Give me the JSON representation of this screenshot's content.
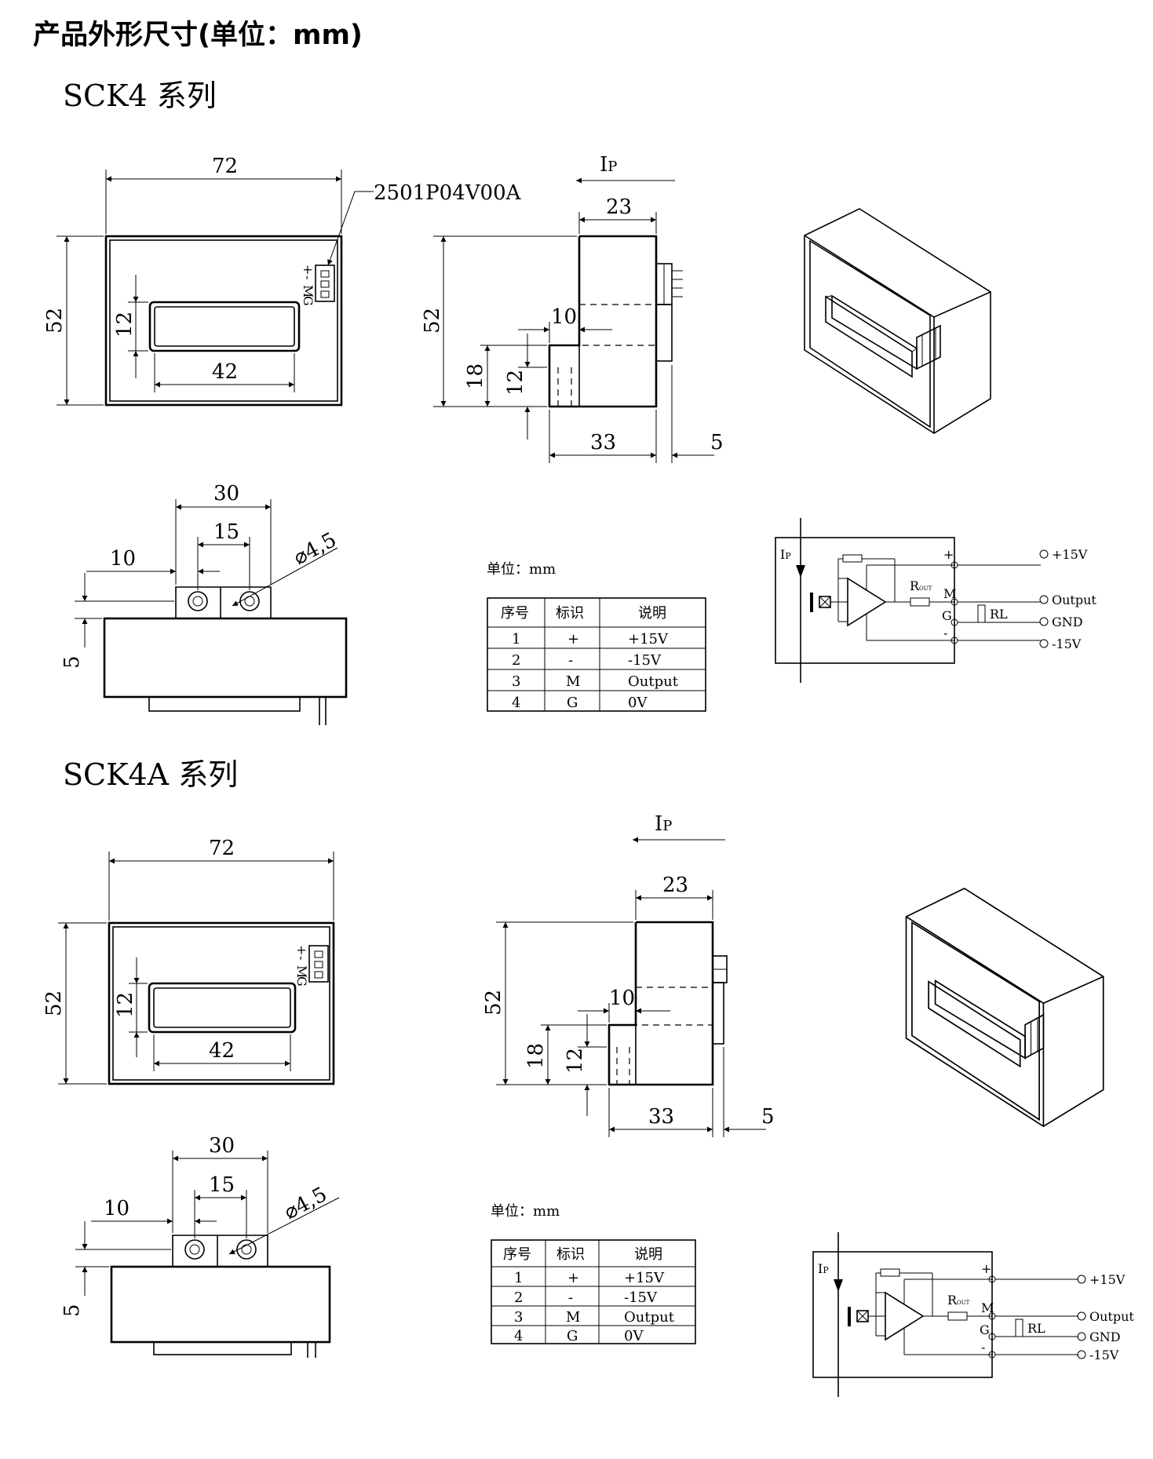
{
  "page_title": "产品外形尺寸(单位：mm)",
  "part_number": "2501P04V00A",
  "dimensions": {
    "width": "72",
    "height": "52",
    "depth": "23",
    "window_w": "42",
    "window_h": "12",
    "side_10": "10",
    "side_18": "18",
    "side_12": "12",
    "side_33": "33",
    "side_5": "5",
    "bottom_30": "30",
    "bottom_15": "15",
    "bottom_10": "10",
    "bottom_5": "5",
    "hole": "⌀4,5"
  },
  "current_label": {
    "main": "I",
    "sub": "P"
  },
  "connector_pins": [
    "+",
    "-",
    "M",
    "G"
  ],
  "units_label": "单位：mm",
  "pin_table": {
    "headers": [
      "序号",
      "标识",
      "说明"
    ],
    "rows": [
      [
        "1",
        "+",
        "+15V"
      ],
      [
        "2",
        "-",
        "-15V"
      ],
      [
        "3",
        "M",
        "Output"
      ],
      [
        "4",
        "G",
        "0V"
      ]
    ]
  },
  "schematic": {
    "plus": "+",
    "m": "M",
    "g": "G",
    "minus": "-",
    "rout": "R",
    "rout_sub": "OUT",
    "rl": "RL",
    "v_plus": "+15V",
    "output": "Output",
    "gnd": "GND",
    "v_minus": "-15V"
  },
  "series": [
    {
      "title": "SCK4 系列"
    },
    {
      "title": "SCK4A 系列"
    }
  ]
}
